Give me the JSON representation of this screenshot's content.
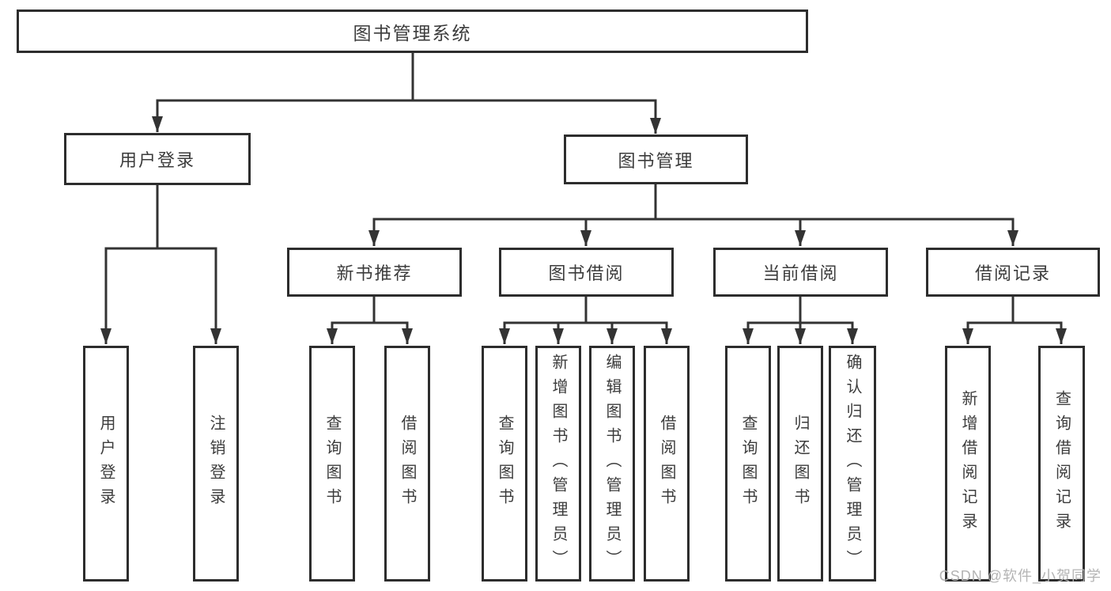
{
  "watermark": "CSDN @软件_小贺同学",
  "colors": {
    "line": "#333333",
    "border": "#2d2d2d",
    "text": "#3c3c3c",
    "watermark": "#b4b4b4",
    "background": "#ffffff"
  },
  "tree": {
    "root": {
      "label": "图书管理系统"
    },
    "branches": [
      {
        "label": "用户登录",
        "children": [
          {
            "label": "用户登录"
          },
          {
            "label": "注销登录"
          }
        ]
      },
      {
        "label": "图书管理",
        "sections": [
          {
            "label": "新书推荐",
            "children": [
              {
                "label": "查询图书"
              },
              {
                "label": "借阅图书"
              }
            ]
          },
          {
            "label": "图书借阅",
            "children": [
              {
                "label": "查询图书"
              },
              {
                "label": "新增图书（管理员）"
              },
              {
                "label": "编辑图书（管理员）"
              },
              {
                "label": "借阅图书"
              }
            ]
          },
          {
            "label": "当前借阅",
            "children": [
              {
                "label": "查询图书"
              },
              {
                "label": "归还图书"
              },
              {
                "label": "确认归还（管理员）"
              }
            ]
          },
          {
            "label": "借阅记录",
            "children": [
              {
                "label": "新增借阅记录"
              },
              {
                "label": "查询借阅记录"
              }
            ]
          }
        ]
      }
    ]
  }
}
